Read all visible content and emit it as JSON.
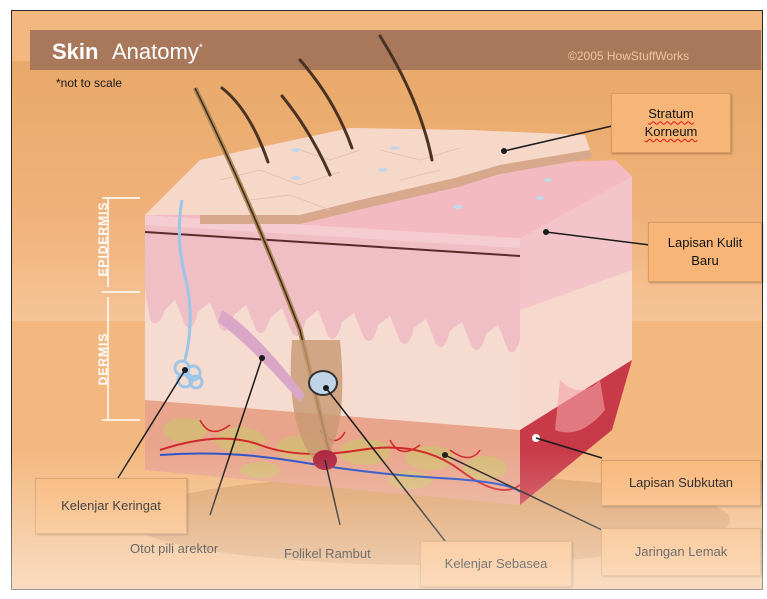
{
  "header": {
    "title_bold": "Skin",
    "title_light": "Anatomy",
    "title_mark": "*",
    "copyright": "©2005 HowStuffWorks"
  },
  "note": "*not to scale",
  "side_labels": {
    "epidermis": "EPIDERMIS",
    "dermis": "DERMIS"
  },
  "labels": {
    "stratum_korneum": "Stratum\nKorneum",
    "lapisan_kulit_baru": "Lapisan Kulit\nBaru",
    "lapisan_subkutan": "Lapisan Subkutan",
    "jaringan_lemak": "Jaringan Lemak",
    "kelenjar_keringat": "Kelenjar Keringat",
    "otot_pili_arektor": "Otot pili arektor",
    "folikel_rambut": "Folikel Rambut",
    "kelenjar_sebasea": "Kelenjar Sebasea"
  },
  "colors": {
    "background": "#f3b880",
    "header_bar": "#a9785b",
    "label_box": "#f7b678",
    "epidermis_pink": "#f0bfc6",
    "dermis_cream": "#f6dcd0",
    "fat_yellow": "#d8b878",
    "blood_vessel": "#d02828"
  }
}
